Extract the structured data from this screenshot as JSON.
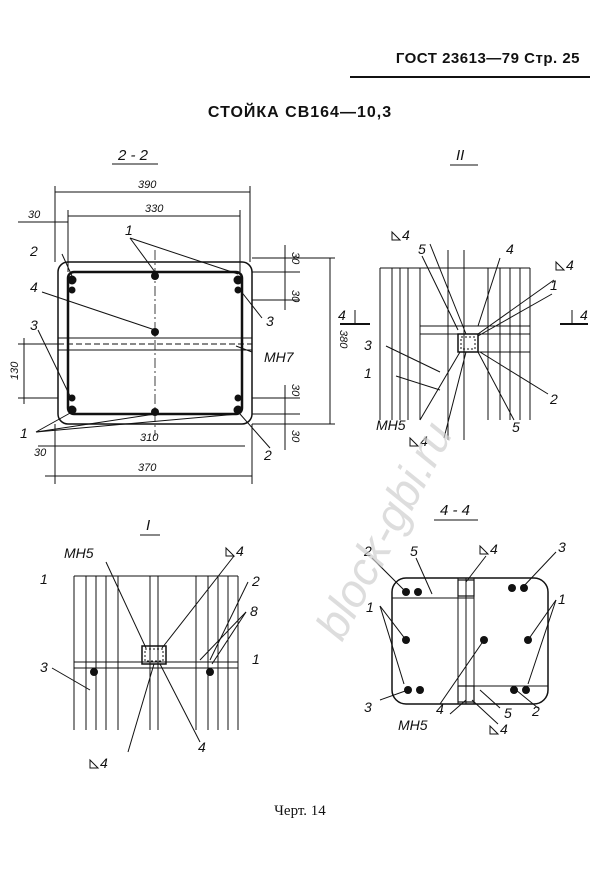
{
  "header": {
    "text": "ГОСТ 23613—79 Стр. 25"
  },
  "title": "СТОЙКА СВ164—10,3",
  "caption": "Черт. 14",
  "watermark": "block-gbi.ru",
  "section_2_2": {
    "label": "2 - 2",
    "dims": {
      "d390": "390",
      "d330": "330",
      "d30_left": "30",
      "d30_top": "30",
      "d30_a": "30",
      "d380": "380",
      "d130": "130",
      "d30_b": "30",
      "d30_c": "30",
      "d310": "310",
      "d370": "370",
      "d30_bot": "30"
    },
    "labels": {
      "l1_top": "1",
      "l2_top": "2",
      "l4_left": "4",
      "l3_left": "3",
      "l3_right": "3",
      "l1_bot": "1",
      "l2_bot": "2",
      "mark": "МН7"
    }
  },
  "view_II": {
    "label": "II",
    "labels": {
      "w4a": "4",
      "l5": "5",
      "l4": "4",
      "w4b": "4",
      "l1": "1",
      "l3": "3",
      "l1b": "1",
      "mark": "МН5",
      "w4c": "4",
      "l5b": "5",
      "l2": "2",
      "cut_left": "4",
      "cut_right": "4"
    }
  },
  "view_I": {
    "label": "I",
    "labels": {
      "mark": "МН5",
      "w4a": "4",
      "l1": "1",
      "l2": "2",
      "l8": "8",
      "l3": "3",
      "l1b": "1",
      "l4": "4",
      "w4b": "4"
    }
  },
  "section_4_4": {
    "label": "4 - 4",
    "labels": {
      "l2": "2",
      "l5": "5",
      "w4a": "4",
      "l3": "3",
      "l1_left": "1",
      "l1_right": "1",
      "l3b": "3",
      "l4": "4",
      "l5b": "5",
      "l2b": "2",
      "mark": "МН5",
      "w4b": "4"
    }
  }
}
